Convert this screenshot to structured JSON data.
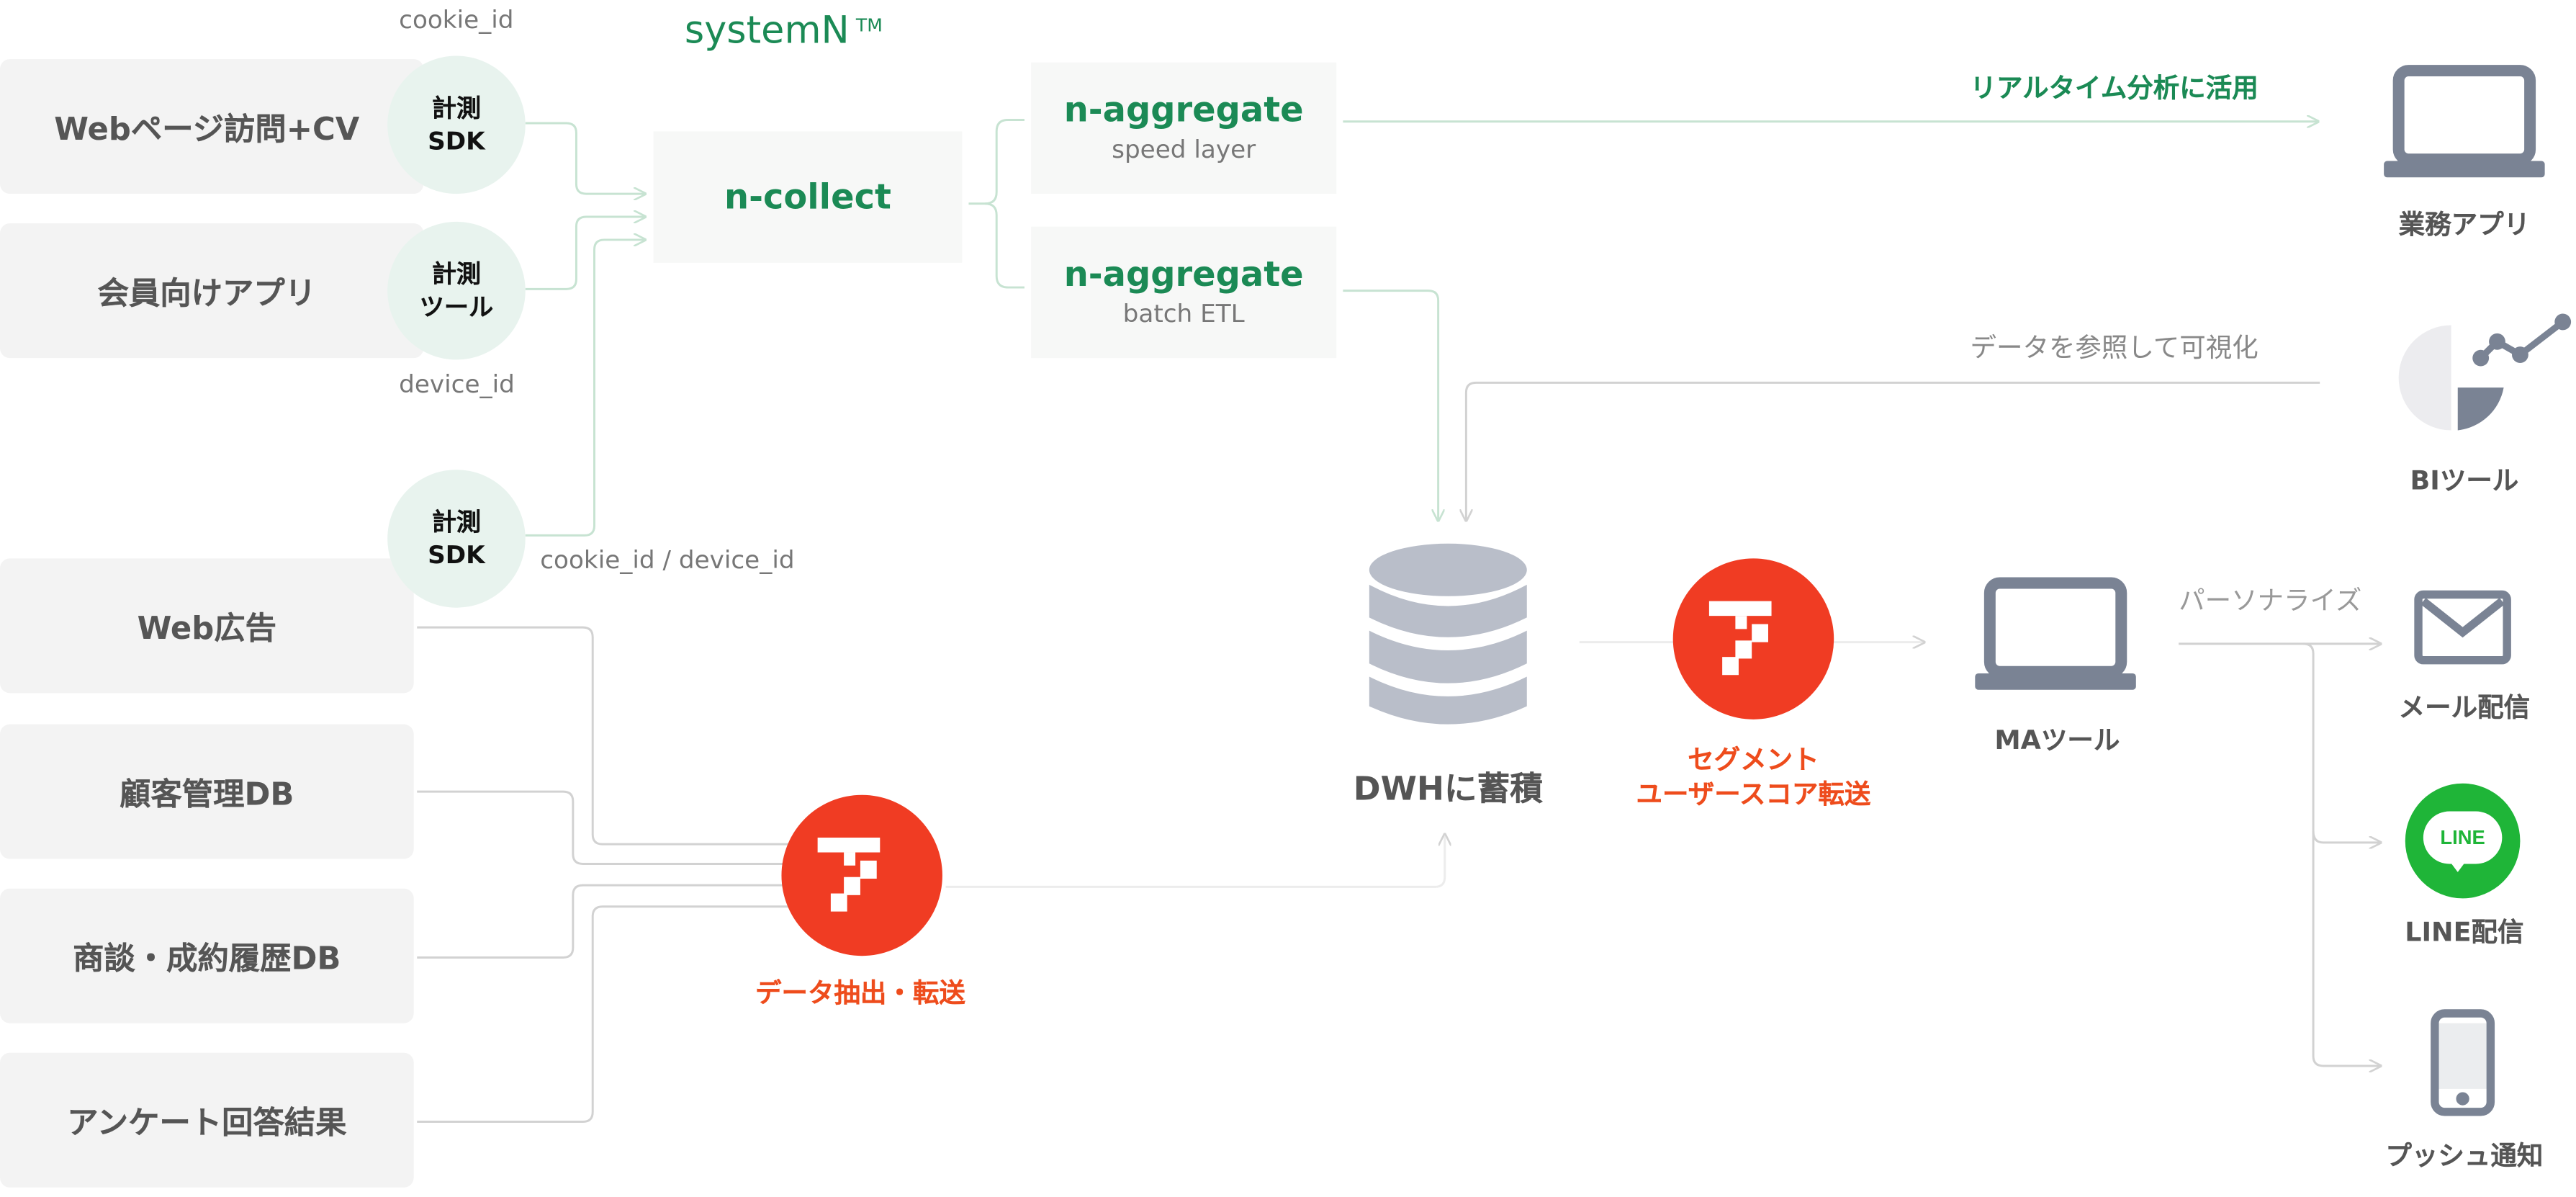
{
  "brand": {
    "name": "systemN",
    "tm": "TM"
  },
  "sources": [
    {
      "label": "Webページ訪問+CV"
    },
    {
      "label": "会員向けアプリ"
    },
    {
      "label": "Web広告"
    },
    {
      "label": "顧客管理DB"
    },
    {
      "label": "商談・成約履歴DB"
    },
    {
      "label": "アンケート回答結果"
    }
  ],
  "sdk_badges": [
    {
      "line1": "計測",
      "line2": "SDK"
    },
    {
      "line1": "計測",
      "line2": "ツール"
    },
    {
      "line1": "計測",
      "line2": "SDK"
    }
  ],
  "id_labels": {
    "cookie": "cookie_id",
    "device": "device_id",
    "both": "cookie_id / device_id"
  },
  "pipeline": {
    "collect": "n-collect",
    "aggregate_speed": {
      "title": "n-aggregate",
      "sub": "speed layer"
    },
    "aggregate_batch": {
      "title": "n-aggregate",
      "sub": "batch ETL"
    }
  },
  "dwh_label": "DWHに蓄積",
  "extract_label": "データ抽出・転送",
  "segment_label": {
    "line1": "セグメント",
    "line2": "ユーザースコア転送"
  },
  "notes": {
    "realtime": "リアルタイム分析に活用",
    "visualize": "データを参照して可視化",
    "personalize": "パーソナライズ"
  },
  "outputs": {
    "business_app": "業務アプリ",
    "bi_tool": "BIツール",
    "ma_tool": "MAツール",
    "mail": "メール配信",
    "line": "LINE配信",
    "line_logo": "LINE",
    "push": "プッシュ通知"
  },
  "colors": {
    "green": "#1b8a55",
    "red": "#f03c23",
    "red_text": "#ee4c1c",
    "icon_gray": "#7a8394",
    "line_green": "#1fb538"
  }
}
